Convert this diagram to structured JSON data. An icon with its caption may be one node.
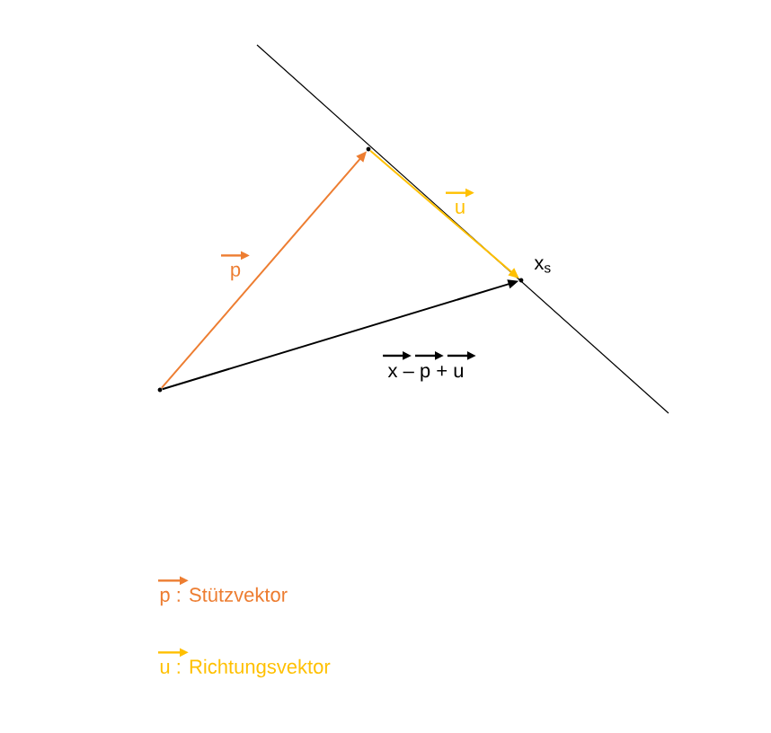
{
  "diagram": {
    "nodes": [
      {
        "text": [],
        "shape": "point"
      },
      {
        "text": [],
        "shape": "point"
      },
      {
        "text": [],
        "shape": "point",
        "beside": [
          "x$_{s}$"
        ]
      }
    ],
    "edges": [
      {
        "from": 0,
        "to": 1,
        "arrow": "to",
        "label": "p",
        "color": "#ed7d31"
      },
      {
        "from": 1,
        "to": 2,
        "arrow": "to",
        "label": "u",
        "color": "#ffc000"
      },
      {
        "from": 0,
        "to": 2,
        "arrow": "to",
        "label": "x – p + u",
        "color": "#000000"
      }
    ],
    "legend": [
      {
        "text": "p : Stützvektor"
      },
      {
        "text": "u : Richtungsvektor"
      }
    ]
  }
}
